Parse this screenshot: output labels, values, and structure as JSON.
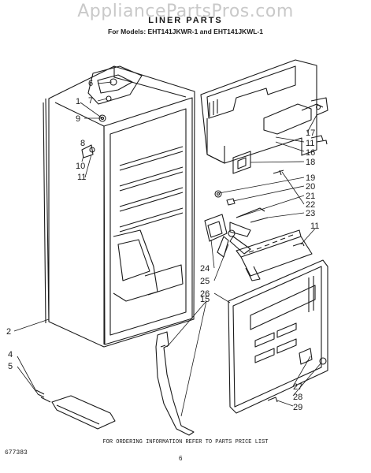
{
  "watermark": "AppliancePartsPros.com",
  "title": "LINER PARTS",
  "models_line": "For Models: EHT141JKWR-1 and EHT141JKWL-1",
  "footer_note": "FOR ORDERING INFORMATION REFER TO PARTS PRICE LIST",
  "doc_id": "677383",
  "page_number": "6",
  "callouts": [
    {
      "id": "c1",
      "label": "1"
    },
    {
      "id": "c2",
      "label": "2"
    },
    {
      "id": "c4",
      "label": "4"
    },
    {
      "id": "c5",
      "label": "5"
    },
    {
      "id": "c6",
      "label": "6"
    },
    {
      "id": "c7",
      "label": "7"
    },
    {
      "id": "c8",
      "label": "8"
    },
    {
      "id": "c9",
      "label": "9"
    },
    {
      "id": "c10",
      "label": "10"
    },
    {
      "id": "c11a",
      "label": "11"
    },
    {
      "id": "c11b",
      "label": "11"
    },
    {
      "id": "c11c",
      "label": "11"
    },
    {
      "id": "c15",
      "label": "15"
    },
    {
      "id": "c16",
      "label": "16"
    },
    {
      "id": "c17",
      "label": "17"
    },
    {
      "id": "c18",
      "label": "18"
    },
    {
      "id": "c19",
      "label": "19"
    },
    {
      "id": "c20",
      "label": "20"
    },
    {
      "id": "c21",
      "label": "21"
    },
    {
      "id": "c22",
      "label": "22"
    },
    {
      "id": "c23",
      "label": "23"
    },
    {
      "id": "c24",
      "label": "24"
    },
    {
      "id": "c25",
      "label": "25"
    },
    {
      "id": "c26",
      "label": "26"
    },
    {
      "id": "c27",
      "label": "27"
    },
    {
      "id": "c28",
      "label": "28"
    },
    {
      "id": "c29",
      "label": "29"
    }
  ]
}
